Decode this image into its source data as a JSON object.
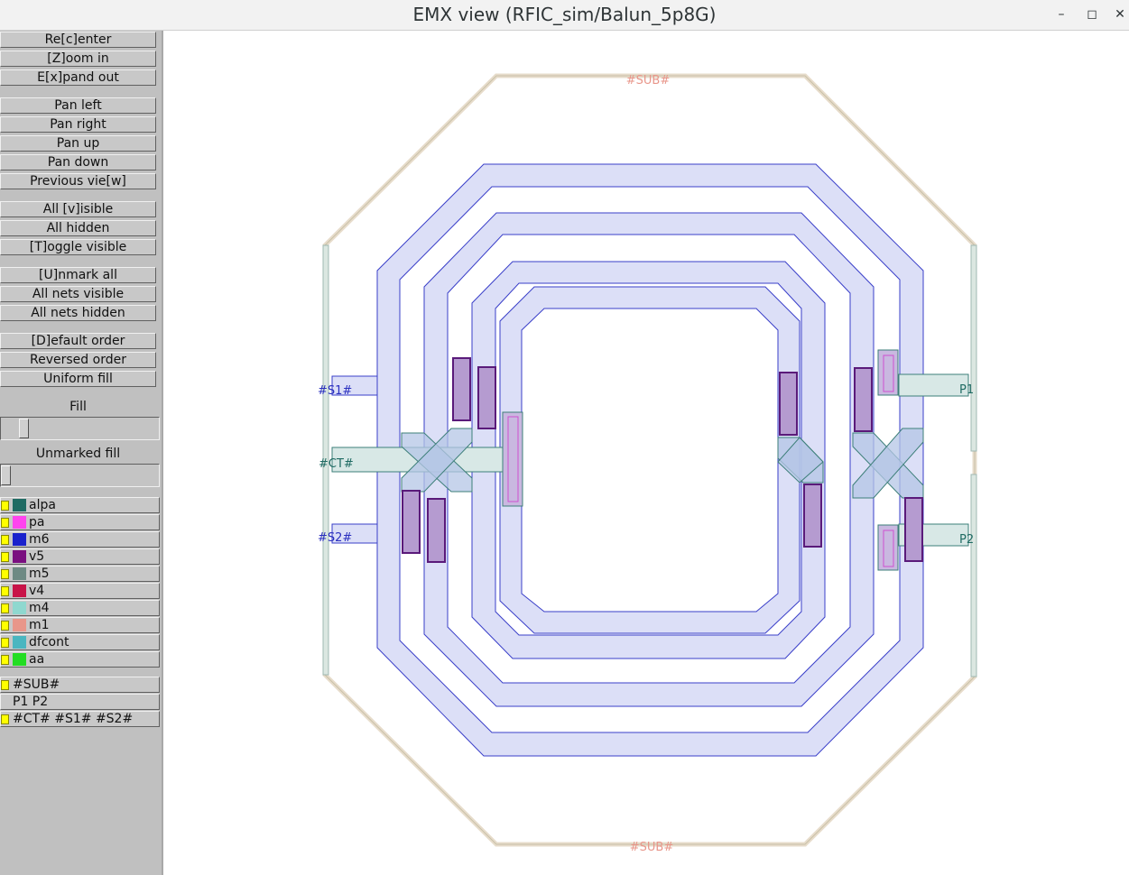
{
  "window": {
    "title": "EMX view (RFIC_sim/Balun_5p8G)",
    "minimize_glyph": "–",
    "maximize_glyph": "◻",
    "close_glyph": "✕"
  },
  "sidebar": {
    "buttons": {
      "recenter": "Re[c]enter",
      "zoom_in": "[Z]oom in",
      "expand_out": "E[x]pand out",
      "pan_left": "Pan left",
      "pan_right": "Pan right",
      "pan_up": "Pan up",
      "pan_down": "Pan down",
      "previous_view": "Previous vie[w]",
      "all_visible": "All [v]isible",
      "all_hidden": "All hidden",
      "toggle_visible": "[T]oggle visible",
      "unmark_all": "[U]nmark all",
      "all_nets_visible": "All nets visible",
      "all_nets_hidden": "All nets hidden",
      "default_order": "[D]efault order",
      "reversed_order": "Reversed order",
      "uniform_fill": "Uniform fill"
    },
    "fill_label": "Fill",
    "fill_value": 0.12,
    "unmarked_fill_label": "Unmarked fill",
    "unmarked_fill_value": 0.0,
    "layers": [
      {
        "name": "alpa",
        "color": "#1f6b63"
      },
      {
        "name": "pa",
        "color": "#ff44ee"
      },
      {
        "name": "m6",
        "color": "#1a22cc"
      },
      {
        "name": "v5",
        "color": "#7a1080"
      },
      {
        "name": "m5",
        "color": "#6e8a84"
      },
      {
        "name": "v4",
        "color": "#c81448"
      },
      {
        "name": "m4",
        "color": "#8fd8cf"
      },
      {
        "name": "m1",
        "color": "#e8968a"
      },
      {
        "name": "dfcont",
        "color": "#4ab6c0"
      },
      {
        "name": "aa",
        "color": "#22dd22"
      }
    ],
    "nets": [
      "#SUB#",
      "P1 P2",
      "#CT# #S1# #S2#"
    ]
  },
  "layout": {
    "sub_top_label": "#SUB#",
    "sub_bottom_label": "#SUB#",
    "s1_label": "#S1#",
    "ct_label": "#CT#",
    "s2_label": "#S2#",
    "p1_label": "P1",
    "p2_label": "P2"
  }
}
